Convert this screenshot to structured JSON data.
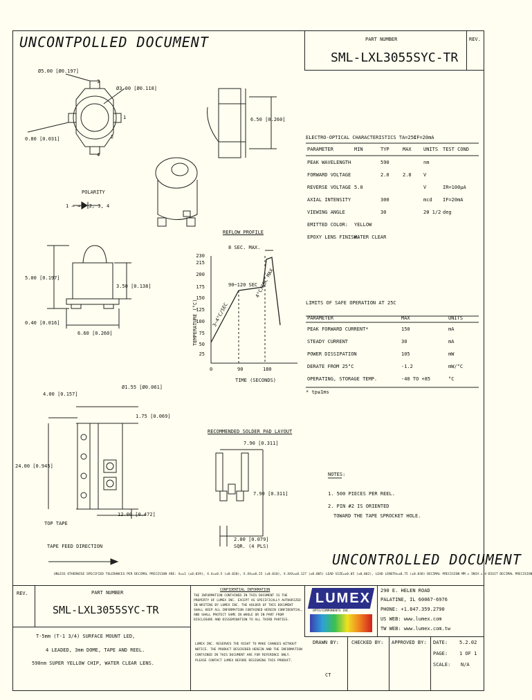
{
  "header": {
    "uncontrolled_top": "UNCONTPOLLED  DOCUMENT",
    "part_number_label": "PART NUMBER",
    "part_number": "SML-LXL3055SYC-TR",
    "rev_label": "REV."
  },
  "dims": {
    "d500": "Ø5.00 [Ø0.197]",
    "d300": "Ø3.00 [Ø0.118]",
    "d080": "0.80 [0.031]",
    "d650": "6.50 [0.260]",
    "polarity": "POLARITY",
    "polarity_pins": "1 — →|— 2, 3, 4",
    "pin1": "1",
    "pin2": "2",
    "pin3": "3",
    "pin4": "4",
    "h500": "5.00 [0.197]",
    "h350": "3.50 [0.138]",
    "h040": "0.40 [0.016]",
    "w660": "6.60 [0.260]"
  },
  "reflow": {
    "title": "REFLOW PROFILE",
    "ylabel": "TEMPERATURE (°C)",
    "xlabel": "TIME (SECONDS)",
    "yticks": [
      "230",
      "215",
      "200",
      "175",
      "150",
      "125",
      "100",
      "75",
      "50",
      "25"
    ],
    "xticks": [
      "0",
      "90",
      "180"
    ],
    "a8sec": "8 SEC. MAX.",
    "a90": "90~120 SEC",
    "ramp_up": "3~4°C/SEC",
    "ramp_down": "4°C/SEC MAX"
  },
  "electro": {
    "title": "ELECTRO-OPTICAL CHARACTERISTICS TA=25C",
    "cond": "IF=20mA",
    "headers": [
      "PARAMETER",
      "MIN",
      "TYP",
      "MAX",
      "UNITS",
      "TEST COND"
    ],
    "rows": [
      [
        "PEAK WAVELENGTH",
        "",
        "590",
        "",
        "nm",
        ""
      ],
      [
        "FORWARD VOLTAGE",
        "",
        "2.0",
        "2.8",
        "V",
        ""
      ],
      [
        "REVERSE VOLTAGE",
        "5.0",
        "",
        "",
        "V",
        "IR=100µA"
      ],
      [
        "AXIAL INTENSITY",
        "",
        "300",
        "",
        "mcd",
        "IF=20mA"
      ],
      [
        "VIEWING ANGLE",
        "",
        "30",
        "",
        "2θ 1/2",
        "deg"
      ],
      [
        "EMITTED COLOR:",
        "YELLOW",
        "",
        "",
        "",
        ""
      ],
      [
        "EPOXY LENS FINISH:",
        "WATER CLEAR",
        "",
        "",
        "",
        ""
      ]
    ]
  },
  "limits": {
    "title": "LIMITS OF SAFE OPERATION AT 25C",
    "headers": [
      "PARAMETER",
      "MAX",
      "UNITS"
    ],
    "rows": [
      [
        "PEAK FORWARD CURRENT*",
        "150",
        "mA"
      ],
      [
        "STEADY CURRENT",
        "30",
        "mA"
      ],
      [
        "POWER DISSIPATION",
        "105",
        "mW"
      ],
      [
        "DERATE FROM 25°C",
        "-1.2",
        "mW/°C"
      ],
      [
        "OPERATING, STORAGE TEMP.",
        "-40 TO +85",
        "°C"
      ]
    ],
    "footnote": "* tp≤1ms"
  },
  "tape": {
    "d150": "Ø1.55 [Ø0.061]",
    "d400": "4.00 [0.157]",
    "d175": "1.75 [0.069]",
    "d2400": "24.00 [0.945]",
    "d1200": "12.00 [0.472]",
    "top_tape": "TOP TAPE",
    "feed": "TAPE FEED DIRECTION"
  },
  "pad": {
    "title": "RECOMMENDED SOLDER PAD LAYOUT",
    "d790a": "7.90 [0.311]",
    "d790b": "7.90 [0.311]",
    "d200": "2.00 [0.079]",
    "sqr": "SQR. (4 PLS)"
  },
  "notes": {
    "title": "NOTES:",
    "n1": "1. 500 PIECES PER REEL.",
    "n2": "2. PIN #2 IS ORIENTED",
    "n3": "TOWARD THE TAPE SPROCKET HOLE."
  },
  "uncontrolled_bottom": "UNCONTROLLED  DOCUMENT",
  "tolerance": "UNLESS OTHERWISE SPECIFIED TOLERANCES PER DECIMAL PRECISION ARE: X=±1 (±0.039), X.X=±0.5 (±0.020), X.XX=±0.25 (±0.010), X.XXX=±0.127 (±0.005)  LEAD SIZE=±0.05 (±0.002), LEAD LENGTH=±0.75 (±0.030)  DECIMAL PRECISION MM =  INCH = 4-DIGIT DECIMAL PRECISION",
  "title_block": {
    "rev_label": "REV.",
    "part_number_label": "PART NUMBER",
    "part_number": "SML-LXL3055SYC-TR",
    "desc1": "T-5mm (T-1 3/4) SURFACE MOUNT LED,",
    "desc2": "4 LEADED, 3mm DOME, TAPE AND REEL.",
    "desc3": "590nm SUPER YELLOW CHIP, WATER CLEAR LENS.",
    "conf_title": "CONFIDENTIAL INFORMATION",
    "conf_body": "THE INFORMATION CONTAINED IN THIS DOCUMENT IS THE PROPERTY OF LUMEX INC. EXCEPT AS SPECIFICALLY AUTHORIZED IN WRITING BY LUMEX INC. THE HOLDER OF THIS DOCUMENT SHALL KEEP ALL INFORMATION CONTAINED HEREIN CONFIDENTIAL, AND SHALL PROTECT SAME IN WHOLE OR IN PART FROM DISCLOSURE AND DISSEMINATION TO ALL THIRD PARTIES.",
    "disc": "LUMEX INC. RESERVES THE RIGHT TO MAKE CHANGES WITHOUT NOTICE. THE PRODUCT DESCRIBED HEREIN AND THE INFORMATION CONTAINED IN THIS DOCUMENT ARE FOR REFERENCE ONLY. PLEASE CONTACT LUMEX BEFORE DESIGNING THIS PRODUCT.",
    "logo": "LUMEX",
    "logo_sub": "OPTO/COMPONENTS INC.",
    "addr1": "290 E. HELEN ROAD",
    "addr2": "PALATINE, IL 60067-6976",
    "phone": "PHONE: +1.847.359.2790",
    "web1": "US WEB: www.lumex.com",
    "web2": "TW WEB: www.lumex.com.tw",
    "drawn_label": "DRAWN BY:",
    "drawn_val": "CT",
    "checked_label": "CHECKED BY:",
    "approved_label": "APPROVED BY:",
    "date_label": "DATE:",
    "date_val": "5.2.02",
    "page_label": "PAGE:",
    "page_val": "1 OF 1",
    "scale_label": "SCALE:",
    "scale_val": "N/A"
  }
}
